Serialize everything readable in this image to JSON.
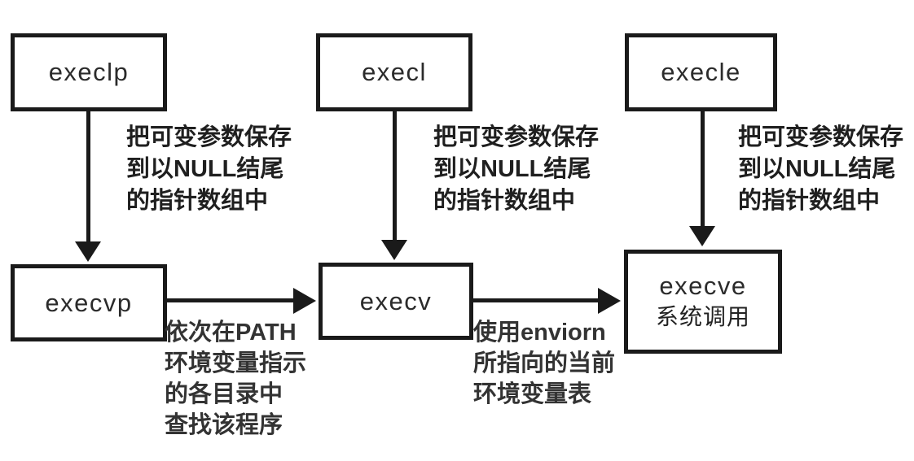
{
  "diagram": {
    "type": "flow-diagram",
    "topic": "exec function family relationships",
    "colors": {
      "background": "#ffffff",
      "stroke": "#1a1a1a",
      "text": "#2b2b2b"
    },
    "nodes": {
      "execlp": {
        "label": "execlp"
      },
      "execl": {
        "label": "execl"
      },
      "execle": {
        "label": "execle"
      },
      "execvp": {
        "label": "execvp"
      },
      "execv": {
        "label": "execv"
      },
      "execve": {
        "label": "execve",
        "sublabel": "系统调用"
      }
    },
    "edges": [
      {
        "from": "execlp",
        "to": "execvp",
        "direction": "down"
      },
      {
        "from": "execl",
        "to": "execv",
        "direction": "down"
      },
      {
        "from": "execle",
        "to": "execve",
        "direction": "down"
      },
      {
        "from": "execvp",
        "to": "execv",
        "direction": "right"
      },
      {
        "from": "execv",
        "to": "execve",
        "direction": "right"
      }
    ],
    "annotations": {
      "save_null_1": "把可变参数保存\n到以NULL结尾\n的指针数组中",
      "save_null_2": "把可变参数保存\n到以NULL结尾\n的指针数组中",
      "save_null_3": "把可变参数保存\n到以NULL结尾\n的指针数组中",
      "path_search": "依次在PATH\n环境变量指示\n的各目录中\n查找该程序",
      "environ_table": "使用enviorn\n所指向的当前\n环境变量表"
    }
  }
}
